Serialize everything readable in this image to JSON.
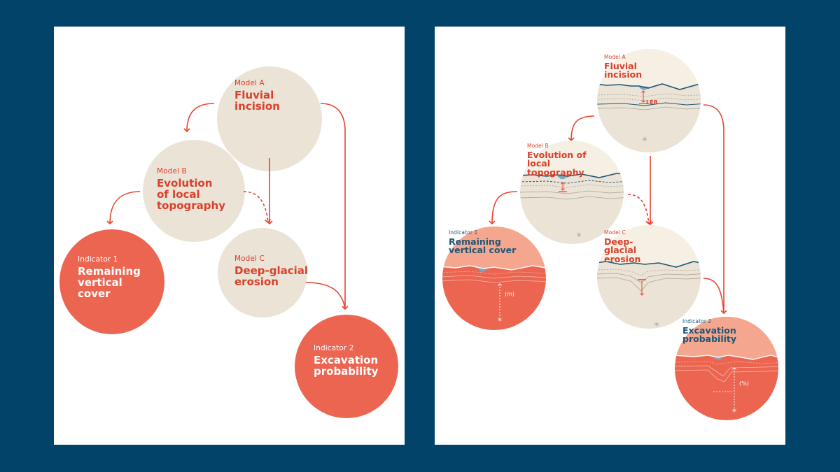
{
  "left": {
    "model_a": {
      "sub": "Model A",
      "main": "Fluvial incision"
    },
    "model_b": {
      "sub": "Model B",
      "main": "Evolution of local topography"
    },
    "model_c": {
      "sub": "Model C",
      "main": "Deep-glacial erosion"
    },
    "indicator_1": {
      "sub": "Indicator 1",
      "main": "Remaining vertical cover"
    },
    "indicator_2": {
      "sub": "Indicator 2",
      "main": "Excavation probability"
    }
  },
  "right": {
    "model_a": {
      "sub": "Model A",
      "main": "Fluvial incision",
      "annotation": "LEB"
    },
    "model_b": {
      "sub": "Model B",
      "main": "Evolution of local topography"
    },
    "model_c": {
      "sub": "Model C",
      "main": "Deep-glacial erosion"
    },
    "indicator_1": {
      "sub": "Indicator 1",
      "main": "Remaining vertical cover",
      "unit": "(m)"
    },
    "indicator_2": {
      "sub": "Indicator 2",
      "main": "Excavation probability",
      "unit": "(%)"
    },
    "marker": "*"
  },
  "colors": {
    "background": "#02436a",
    "panel": "#ffffff",
    "model_circle": "#ebe3d6",
    "indicator_circle": "#ec6551",
    "arrow": "#e8432f",
    "text_red": "#d9402b",
    "text_navy": "#1c5576",
    "water": "#7aa7bd"
  }
}
